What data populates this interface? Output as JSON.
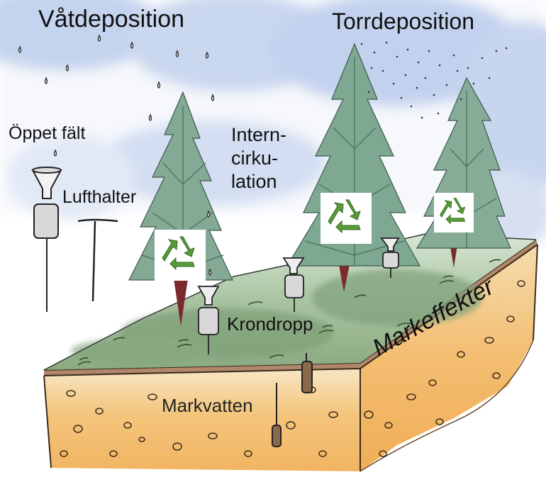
{
  "labels": {
    "wet_deposition": "Våtdeposition",
    "dry_deposition": "Torrdeposition",
    "open_field": "Öppet fält",
    "air_concentration": "Lufthalter",
    "internal_circulation": [
      "Intern-",
      "cirku-",
      "lation"
    ],
    "throughfall": "Krondropp",
    "soil_water": "Markvatten",
    "soil_effects": "Markeffekter"
  },
  "icons": [
    "recycle-icon",
    "raindrop-icon",
    "tree-icon",
    "collector-icon",
    "air-sampler-icon",
    "soil-probe-icon"
  ],
  "colors": {
    "sky": "#c9d7ee",
    "grass": "#8fb08a",
    "soil": "#f2b870",
    "tree": "#6f9a82",
    "trunk": "#7a2a2a",
    "recycle": "#5a9a3a"
  }
}
